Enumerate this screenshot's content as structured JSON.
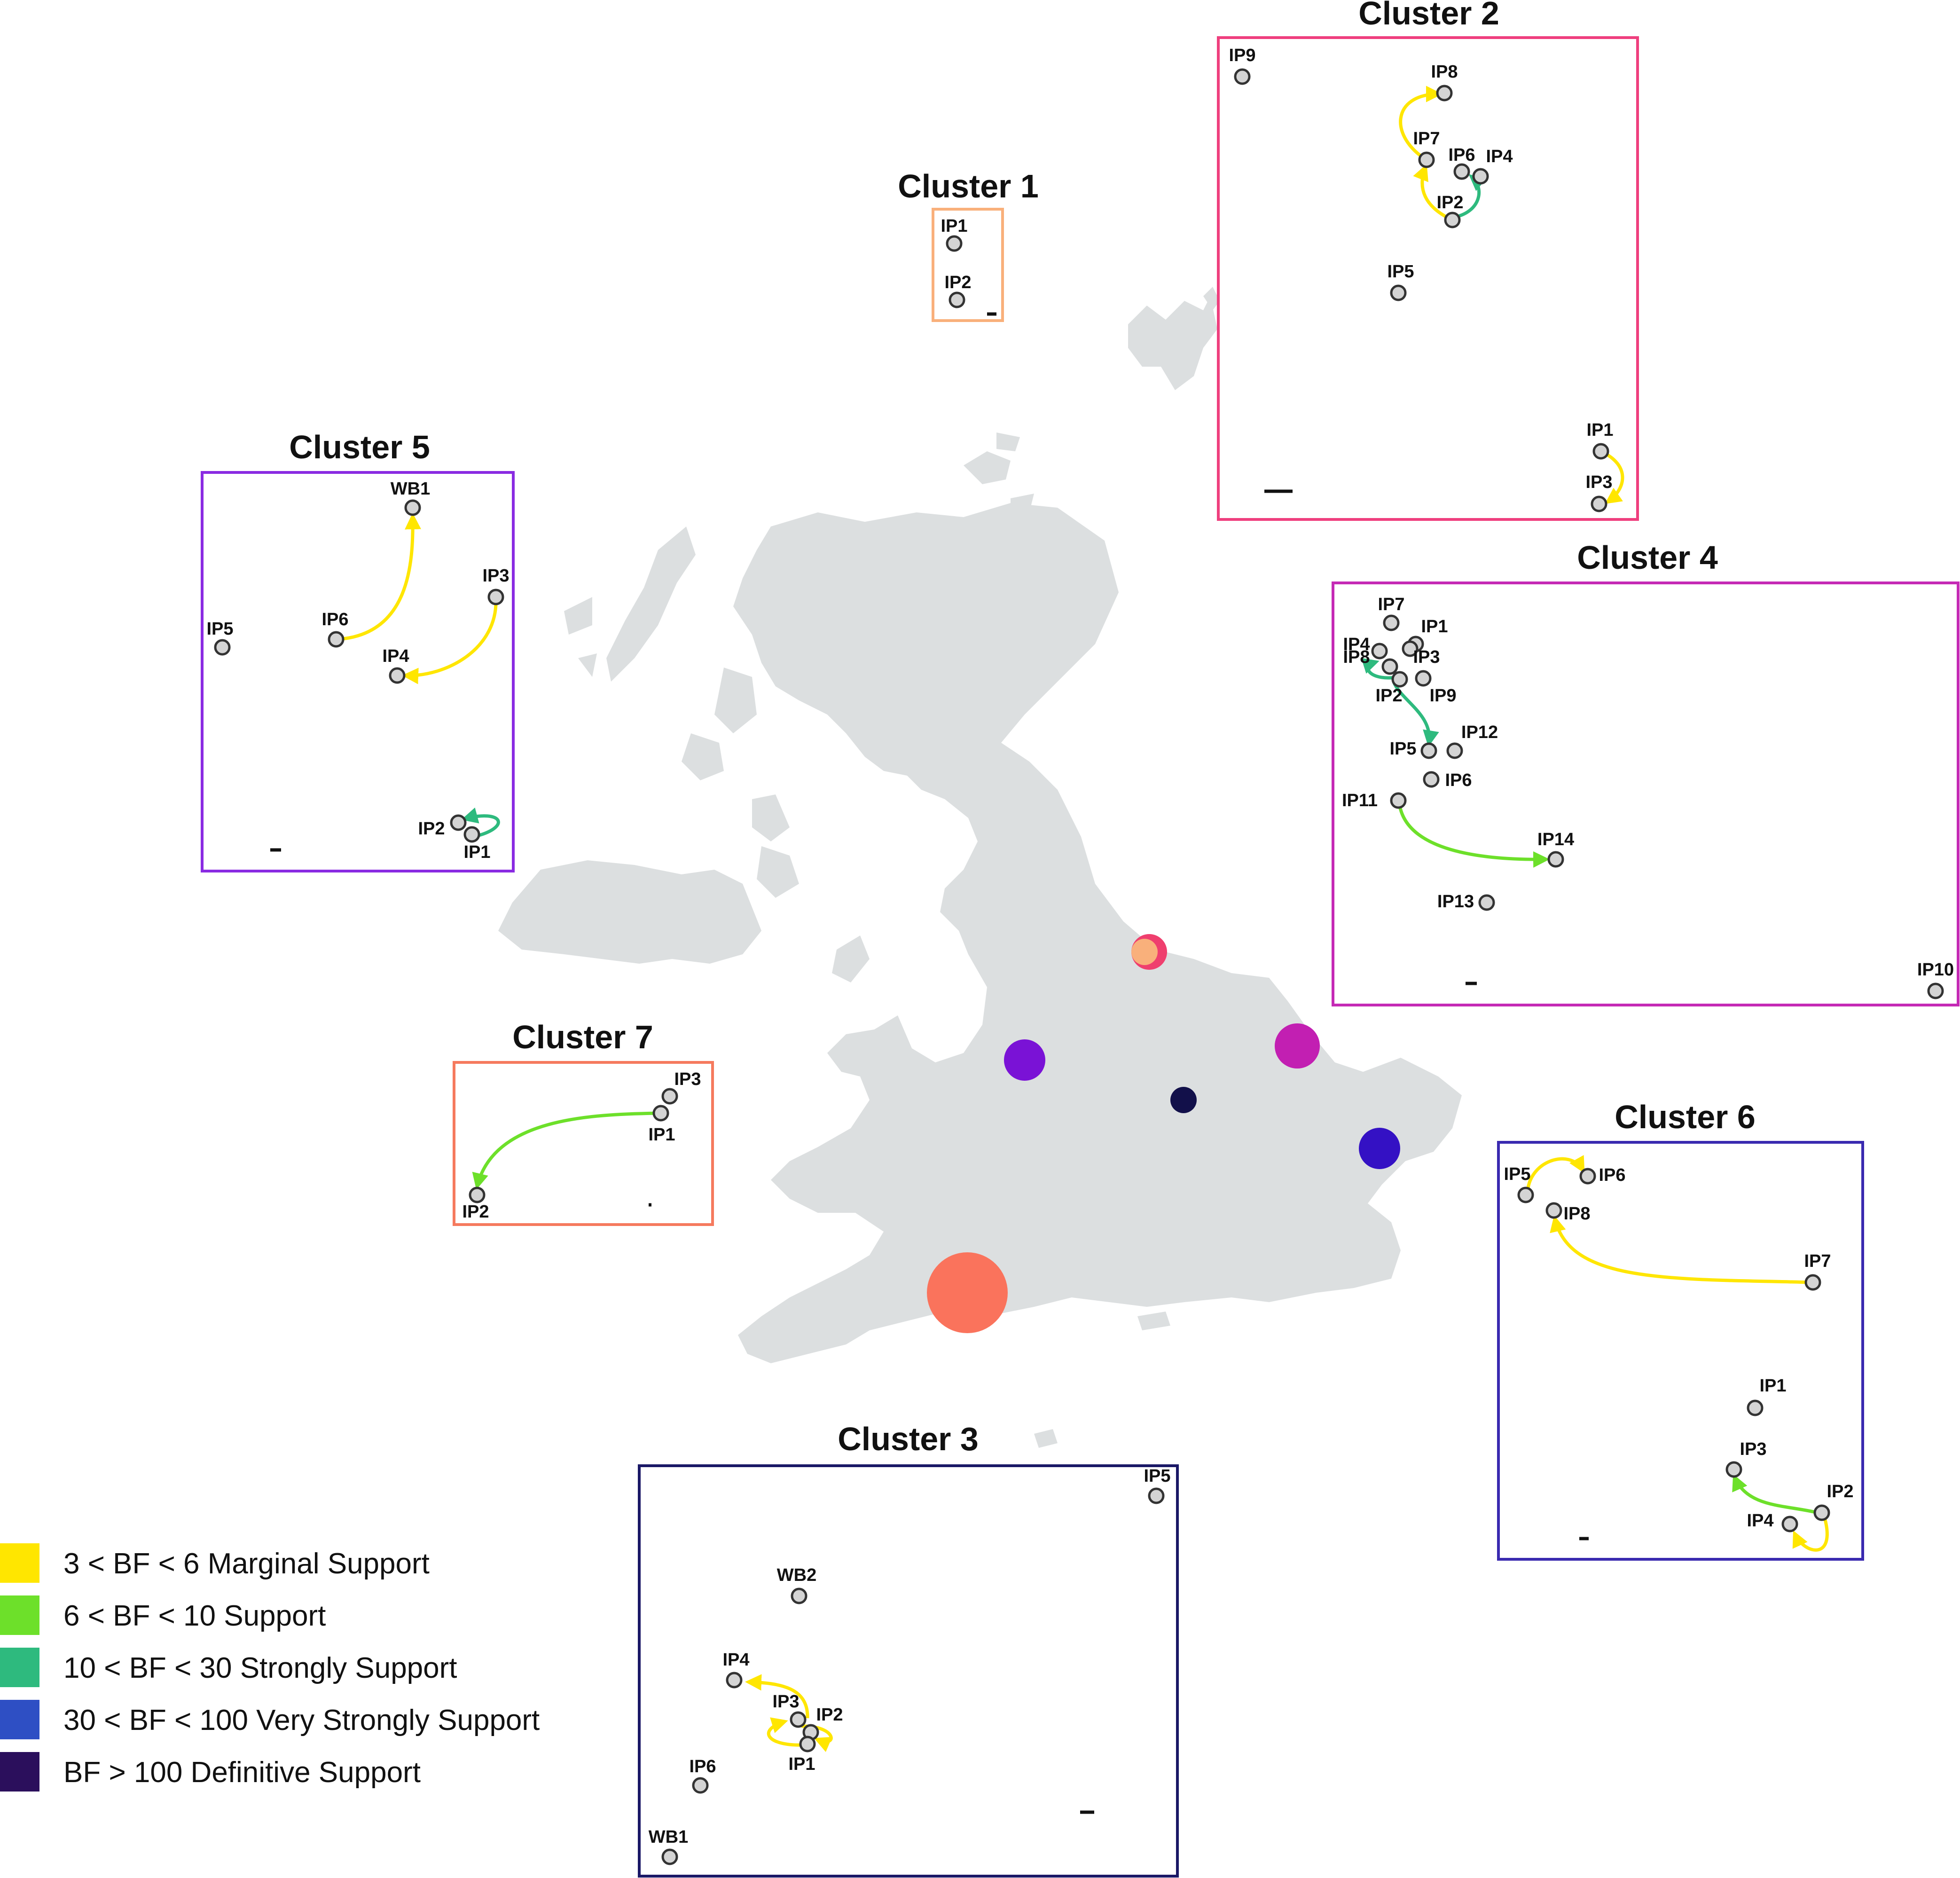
{
  "colors": {
    "land": "#dcdfe0",
    "node_fill": "#d4d4d4",
    "node_stroke": "#333333"
  },
  "legend": [
    {
      "label": "3 < BF < 6 Marginal Support",
      "color": "#ffe600"
    },
    {
      "label": "6 < BF < 10 Support",
      "color": "#6de02a"
    },
    {
      "label": "10 < BF < 30 Strongly Support",
      "color": "#2eba7e"
    },
    {
      "label": "30 < BF < 100 Very Strongly Support",
      "color": "#2e4fc4"
    },
    {
      "label": "BF > 100 Definitive Support",
      "color": "#2b0f5c"
    }
  ],
  "map_sites": [
    {
      "cluster": "Cluster 2",
      "color": "#ef3f6e"
    },
    {
      "cluster": "Cluster 1",
      "color": "#f9b07b"
    },
    {
      "cluster": "Cluster 4",
      "color": "#c21fb2"
    },
    {
      "cluster": "Cluster 5",
      "color": "#7a12d6"
    },
    {
      "cluster": "Cluster 3",
      "color": "#12104a"
    },
    {
      "cluster": "Cluster 6",
      "color": "#3411c4"
    },
    {
      "cluster": "Cluster 7",
      "color": "#fa735c"
    }
  ],
  "clusters": [
    {
      "title": "Cluster 1",
      "border": "#f9b07b",
      "nodes": [
        {
          "id": "IP1"
        },
        {
          "id": "IP2"
        }
      ],
      "links": []
    },
    {
      "title": "Cluster 2",
      "border": "#ef3f7e",
      "nodes": [
        {
          "id": "IP9"
        },
        {
          "id": "IP8"
        },
        {
          "id": "IP7"
        },
        {
          "id": "IP6"
        },
        {
          "id": "IP4"
        },
        {
          "id": "IP2"
        },
        {
          "id": "IP5"
        },
        {
          "id": "IP1"
        },
        {
          "id": "IP3"
        }
      ],
      "links": [
        {
          "from": "IP7",
          "to": "IP8",
          "support": "marginal"
        },
        {
          "from": "IP2",
          "to": "IP7",
          "support": "marginal"
        },
        {
          "from": "IP2",
          "to": "IP6",
          "support": "strong"
        },
        {
          "from": "IP1",
          "to": "IP3",
          "support": "marginal"
        }
      ]
    },
    {
      "title": "Cluster 3",
      "border": "#1a1866",
      "nodes": [
        {
          "id": "IP5"
        },
        {
          "id": "WB2"
        },
        {
          "id": "IP4"
        },
        {
          "id": "IP3"
        },
        {
          "id": "IP2"
        },
        {
          "id": "IP1"
        },
        {
          "id": "IP6"
        },
        {
          "id": "WB1"
        }
      ],
      "links": [
        {
          "from": "IP2",
          "to": "IP4",
          "support": "marginal"
        },
        {
          "from": "IP1",
          "to": "IP3",
          "support": "marginal"
        },
        {
          "from": "IP3",
          "to": "IP2",
          "support": "marginal"
        }
      ]
    },
    {
      "title": "Cluster 4",
      "border": "#c52ab5",
      "nodes": [
        {
          "id": "IP7"
        },
        {
          "id": "IP1"
        },
        {
          "id": "IP4"
        },
        {
          "id": "IP3"
        },
        {
          "id": "IP8"
        },
        {
          "id": "IP2"
        },
        {
          "id": "IP9"
        },
        {
          "id": "IP5"
        },
        {
          "id": "IP12"
        },
        {
          "id": "IP6"
        },
        {
          "id": "IP11"
        },
        {
          "id": "IP14"
        },
        {
          "id": "IP13"
        },
        {
          "id": "IP10"
        }
      ],
      "links": [
        {
          "from": "IP2",
          "to": "IP5",
          "support": "strong"
        },
        {
          "from": "IP2",
          "to": "IP8",
          "support": "strong"
        },
        {
          "from": "IP11",
          "to": "IP14",
          "support": "support"
        }
      ]
    },
    {
      "title": "Cluster 5",
      "border": "#8a2be2",
      "nodes": [
        {
          "id": "WB1"
        },
        {
          "id": "IP3"
        },
        {
          "id": "IP5"
        },
        {
          "id": "IP6"
        },
        {
          "id": "IP4"
        },
        {
          "id": "IP2"
        },
        {
          "id": "IP1"
        }
      ],
      "links": [
        {
          "from": "IP6",
          "to": "WB1",
          "support": "marginal"
        },
        {
          "from": "IP3",
          "to": "IP4",
          "support": "marginal"
        },
        {
          "from": "IP1",
          "to": "IP2",
          "support": "strong"
        }
      ]
    },
    {
      "title": "Cluster 6",
      "border": "#3a2ab0",
      "nodes": [
        {
          "id": "IP5"
        },
        {
          "id": "IP6"
        },
        {
          "id": "IP8"
        },
        {
          "id": "IP7"
        },
        {
          "id": "IP1"
        },
        {
          "id": "IP3"
        },
        {
          "id": "IP2"
        },
        {
          "id": "IP4"
        }
      ],
      "links": [
        {
          "from": "IP5",
          "to": "IP6",
          "support": "marginal"
        },
        {
          "from": "IP7",
          "to": "IP8",
          "support": "marginal"
        },
        {
          "from": "IP2",
          "to": "IP3",
          "support": "support"
        },
        {
          "from": "IP2",
          "to": "IP4",
          "support": "marginal"
        }
      ]
    },
    {
      "title": "Cluster 7",
      "border": "#f57a5e",
      "nodes": [
        {
          "id": "IP3"
        },
        {
          "id": "IP1"
        },
        {
          "id": "IP2"
        }
      ],
      "links": [
        {
          "from": "IP1",
          "to": "IP2",
          "support": "support"
        }
      ]
    }
  ]
}
